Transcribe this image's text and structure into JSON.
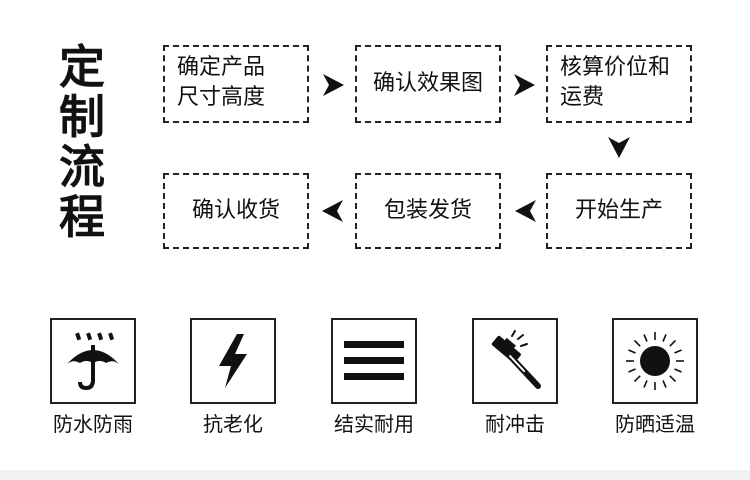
{
  "title": {
    "chars": [
      "定",
      "制",
      "流",
      "程"
    ]
  },
  "flow": {
    "steps": [
      {
        "line1": "确定产品",
        "line2": "尺寸高度"
      },
      {
        "line1": "确认效果图"
      },
      {
        "line1": "核算价位和",
        "line2": "运费"
      },
      {
        "line1": "开始生产"
      },
      {
        "line1": "包装发货"
      },
      {
        "line1": "确认收货"
      }
    ]
  },
  "features": [
    {
      "label": "防水防雨",
      "icon": "umbrella-rain-icon"
    },
    {
      "label": "抗老化",
      "icon": "lightning-icon"
    },
    {
      "label": "结实耐用",
      "icon": "three-bars-icon"
    },
    {
      "label": "耐冲击",
      "icon": "hammer-icon"
    },
    {
      "label": "防晒适温",
      "icon": "sun-icon"
    }
  ],
  "colors": {
    "stroke": "#222222",
    "text": "#111111",
    "background": "#ffffff"
  }
}
